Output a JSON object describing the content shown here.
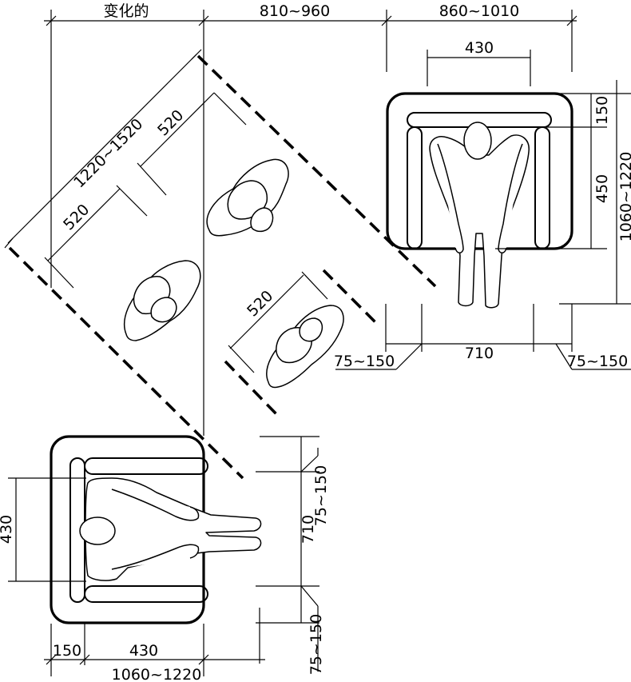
{
  "dimensions": {
    "top_left": "变化的",
    "top_mid": "810~960",
    "top_right": "860~1010",
    "seat_width_top": "430",
    "diag_overall": "1220~1520",
    "diag_person_1": "520",
    "diag_person_2": "520",
    "diag_person_3": "520",
    "back_depth": "150",
    "seat_depth": "450",
    "overall_depth": "1060~1220",
    "clear_left": "75~150",
    "chair_width": "710",
    "clear_right": "75~150",
    "left_430": "430",
    "right_75a": "75~150",
    "right_710": "710",
    "right_75b": "75~150",
    "bottom_150": "150",
    "bottom_430": "430",
    "bottom_overall": "1060~1220"
  }
}
